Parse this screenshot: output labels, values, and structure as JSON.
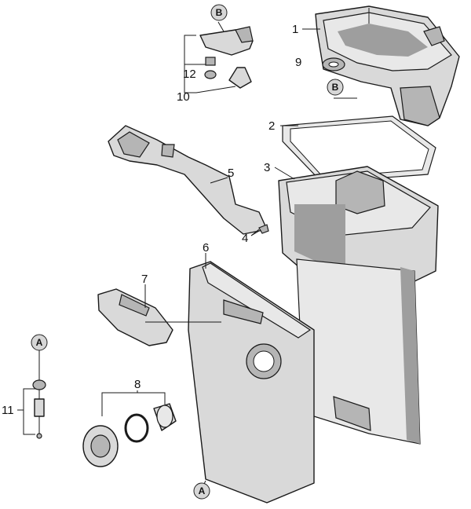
{
  "callouts": {
    "n1": "1",
    "n2": "2",
    "n3": "3",
    "n4": "4",
    "n5": "5",
    "n6": "6",
    "n7": "7",
    "n8": "8",
    "n9": "9",
    "n10": "10",
    "n11": "11",
    "n12": "12"
  },
  "badges": {
    "b_top": "B",
    "b_right": "B",
    "a_left": "A",
    "a_bottom": "A"
  }
}
